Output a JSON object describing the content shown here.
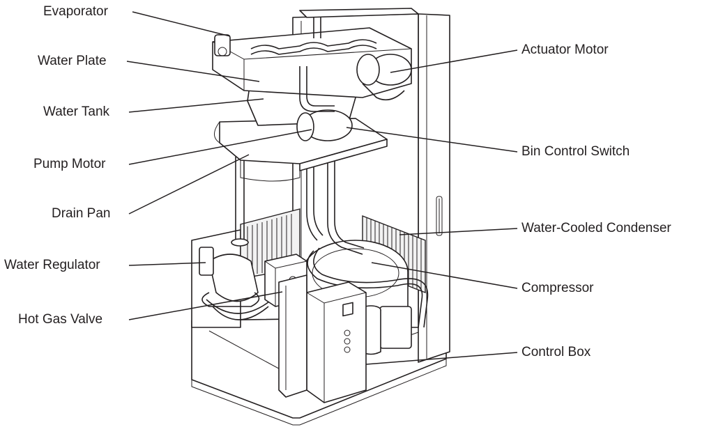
{
  "diagram": {
    "labels": [
      {
        "id": "evaporator",
        "text": "Evaporator"
      },
      {
        "id": "water-plate",
        "text": "Water Plate"
      },
      {
        "id": "water-tank",
        "text": "Water Tank"
      },
      {
        "id": "pump-motor",
        "text": "Pump Motor"
      },
      {
        "id": "drain-pan",
        "text": "Drain Pan"
      },
      {
        "id": "water-regulator",
        "text": "Water Regulator"
      },
      {
        "id": "hot-gas-valve",
        "text": "Hot Gas Valve"
      },
      {
        "id": "actuator-motor",
        "text": "Actuator Motor"
      },
      {
        "id": "bin-control-switch",
        "text": "Bin Control Switch"
      },
      {
        "id": "water-cooled-condenser",
        "text": "Water-Cooled Condenser"
      },
      {
        "id": "compressor",
        "text": "Compressor"
      },
      {
        "id": "control-box",
        "text": "Control Box"
      }
    ]
  }
}
